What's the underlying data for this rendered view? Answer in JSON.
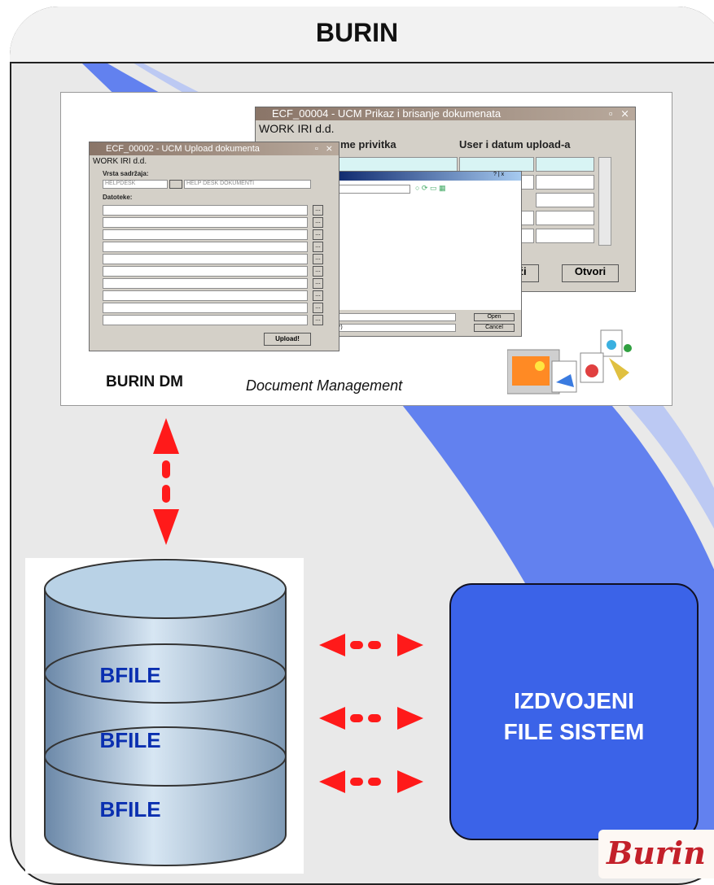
{
  "title": "BURIN",
  "screenshot": {
    "win_back": {
      "title": "ECF_00004 - UCM Prikaz i brisanje dokumenata",
      "company": "WORK IRI d.d.",
      "col_name": "me privitka",
      "col_user": "User i datum upload-a",
      "btn_partial": "eži",
      "btn_open": "Otvori"
    },
    "file_dialog": {
      "help_glyph": "? | x",
      "open_label": "Open",
      "cancel_label": "Cancel",
      "filter_text": "*.*)"
    },
    "win_front": {
      "title": "ECF_00002 - UCM Upload dokumenta",
      "company": "WORK IRI d.d.",
      "content_type_label": "Vrsta sadržaja:",
      "content_type_code": "HELPDESK",
      "content_type_name": "HELP DESK DOKUMENTI",
      "files_label": "Datoteke:",
      "browse_label": "...",
      "upload_label": "Upload!"
    },
    "caption_left": "BURIN DM",
    "caption_right": "Document Management"
  },
  "database": {
    "labels": [
      "BFILE",
      "BFILE",
      "BFILE"
    ]
  },
  "file_system": {
    "line1": "IZDVOJENI",
    "line2": "FILE SISTEM"
  },
  "logo": {
    "text": "Burin"
  },
  "colors": {
    "arrow": "#ff1a1a",
    "box": "#3b63e8",
    "cylinder": "#b7cfe3",
    "label": "#0a2fb0"
  }
}
